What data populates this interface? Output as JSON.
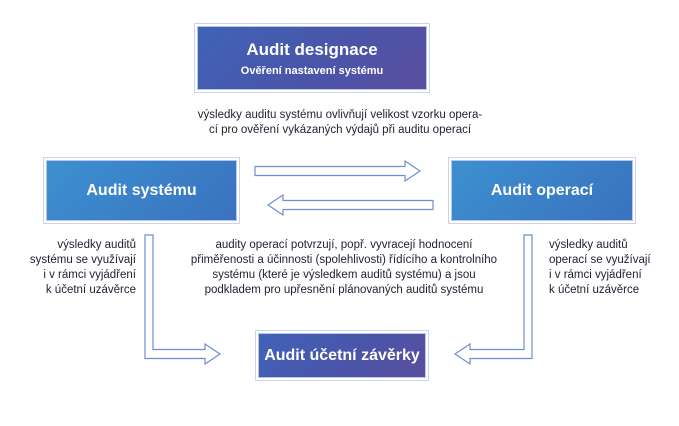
{
  "boxes": {
    "top": {
      "title": "Audit designace",
      "subtitle": "Ověření nastavení systému"
    },
    "left": {
      "title": "Audit systému"
    },
    "right": {
      "title": "Audit operací"
    },
    "bottom": {
      "title": "Audit účetní závěrky"
    }
  },
  "notes": {
    "top": [
      "výsledky auditu systému ovlivňují velikost vzorku opera-",
      "cí pro ověření vykázaných výdajů při auditu operací"
    ],
    "middle": [
      "audity operací potvrzují, popř. vyvracejí hodnocení",
      "přiměřenosti a účinnosti (spolehlivosti) řídícího a kontrolního",
      "systému (které je výsledkem auditů systému) a jsou",
      "podkladem pro upřesnění plánovaných auditů systému"
    ],
    "left": [
      "výsledky auditů",
      "systému se využívají",
      "i v rámci vyjádření",
      "k účetní uzávěrce"
    ],
    "right": [
      "výsledky auditů",
      "operací se využívají",
      "i v rámci vyjádření",
      "k účetní uzávěrce"
    ]
  },
  "colors": {
    "box_dark": "#4a55a8",
    "box_light": "#3c90d0",
    "arrow_outline": "#6e8fd0"
  }
}
